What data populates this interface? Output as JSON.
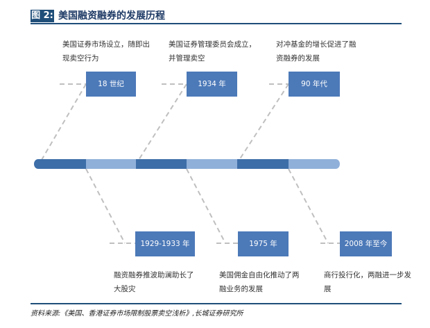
{
  "figure": {
    "label": "图 2:",
    "title": "美国融资融券的发展历程"
  },
  "events_top": [
    {
      "period": "18 世纪",
      "description_line1": "美国证券市场设立，随即出",
      "description_line2": "现卖空行为"
    },
    {
      "period": "1934 年",
      "description_line1": "美国证券管理委员会成立，",
      "description_line2": "并管理卖空"
    },
    {
      "period": "90 年代",
      "description_line1": "对冲基金的增长促进了融",
      "description_line2": "资融券的发展"
    }
  ],
  "events_bottom": [
    {
      "period": "1929-1933 年",
      "description_line1": "融资融券推波助澜助长了",
      "description_line2": "大股灾"
    },
    {
      "period": "1975 年",
      "description_line1": "美国佣金自由化推动了两",
      "description_line2": "融业务的发展"
    },
    {
      "period": "2008 年至今",
      "description_line1": "商行投行化，两融进一步发",
      "description_line2": "展"
    }
  ],
  "colors": {
    "dark_blue": "#3d6ea8",
    "light_blue": "#8fb0d9",
    "box_blue": "#4c79b8",
    "line_gray": "#bfbfbf"
  },
  "source": "资料来源:《美国、香港证券市场限制股票卖空浅析》,长城证券研究所"
}
